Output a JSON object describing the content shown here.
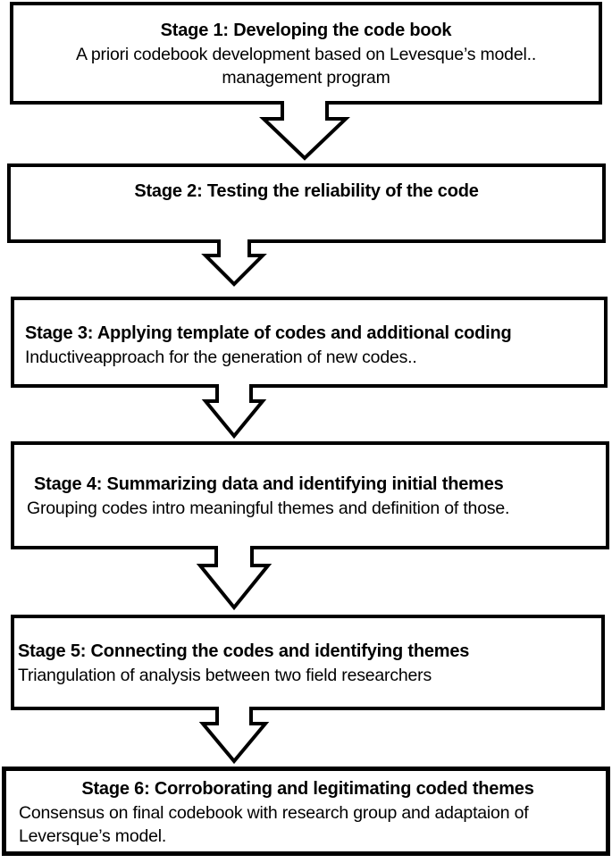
{
  "figure_type": "flowchart",
  "stages": [
    {
      "title": "Stage 1: Developing the code book",
      "lines": [
        "A priori codebook development based on Levesque’s model..",
        "management program"
      ]
    },
    {
      "title": "Stage 2: Testing the reliability of the code",
      "lines": []
    },
    {
      "title": "Stage 3: Applying template of codes and additional coding",
      "lines": [
        "Inductiveapproach for the generation of new codes.."
      ]
    },
    {
      "title": "Stage 4: Summarizing data and identifying initial themes",
      "lines": [
        "Grouping codes intro meaningful themes and definition of those."
      ]
    },
    {
      "title": "Stage 5: Connecting the codes and identifying themes",
      "lines": [
        "Triangulation of analysis between two field researchers"
      ]
    },
    {
      "title": "Stage 6: Corroborating and legitimating coded themes",
      "lines": [
        "Consensus on final codebook with research group and adaptaion of Leversque’s model."
      ]
    }
  ],
  "colors": {
    "box_border": "#000000",
    "background": "#ffffff",
    "text": "#000000"
  }
}
